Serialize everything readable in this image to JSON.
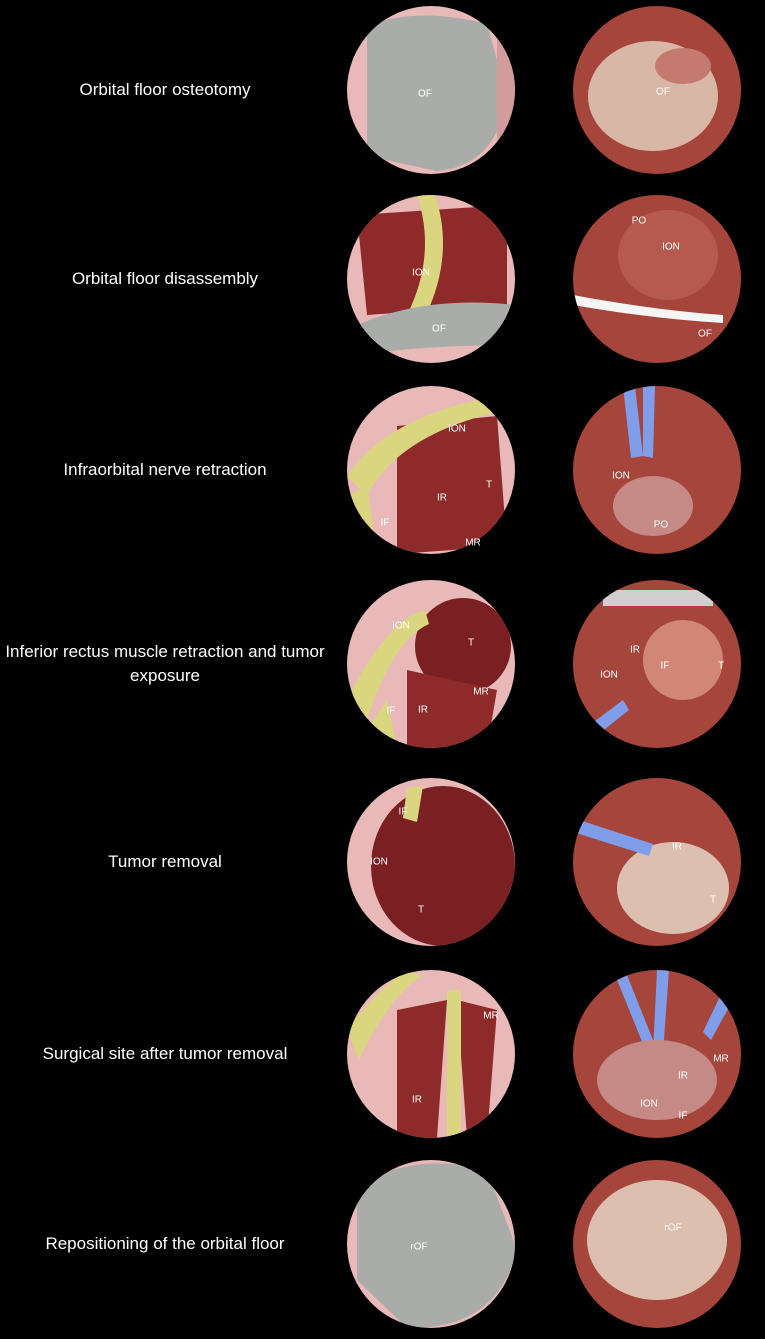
{
  "colors": {
    "background": "#000000",
    "soft_tissue": "#e8b9b8",
    "bone": "#a9aca9",
    "nerve": "#d9d67f",
    "muscle": "#8f2a2a",
    "tumor": "#7a1f22",
    "surgical_field": "#a6453c",
    "retractor": "#7f9de8"
  },
  "steps": [
    {
      "caption": "Orbital floor osteotomy",
      "render_labels": [
        "OF"
      ],
      "photo_labels": [
        "OF"
      ]
    },
    {
      "caption": "Orbital floor disassembly",
      "render_labels": [
        "ION",
        "OF"
      ],
      "photo_labels": [
        "PO",
        "ION",
        "OF"
      ]
    },
    {
      "caption": "Infraorbital nerve retraction",
      "render_labels": [
        "ION",
        "IR",
        "T",
        "IF",
        "MR"
      ],
      "photo_labels": [
        "ION",
        "PO"
      ]
    },
    {
      "caption": "Inferior rectus muscle retraction and tumor exposure",
      "render_labels": [
        "ION",
        "T",
        "MR",
        "IF",
        "IR"
      ],
      "photo_labels": [
        "IR",
        "IF",
        "ION",
        "T"
      ]
    },
    {
      "caption": "Tumor removal",
      "render_labels": [
        "IF",
        "ION",
        "T"
      ],
      "photo_labels": [
        "IR",
        "T"
      ]
    },
    {
      "caption": "Surgical site after tumor removal",
      "render_labels": [
        "MR",
        "IR"
      ],
      "photo_labels": [
        "MR",
        "IR",
        "ION",
        "IF"
      ]
    },
    {
      "caption": "Repositioning of the orbital floor",
      "render_labels": [
        "rOF"
      ],
      "photo_labels": [
        "rOF"
      ]
    }
  ]
}
